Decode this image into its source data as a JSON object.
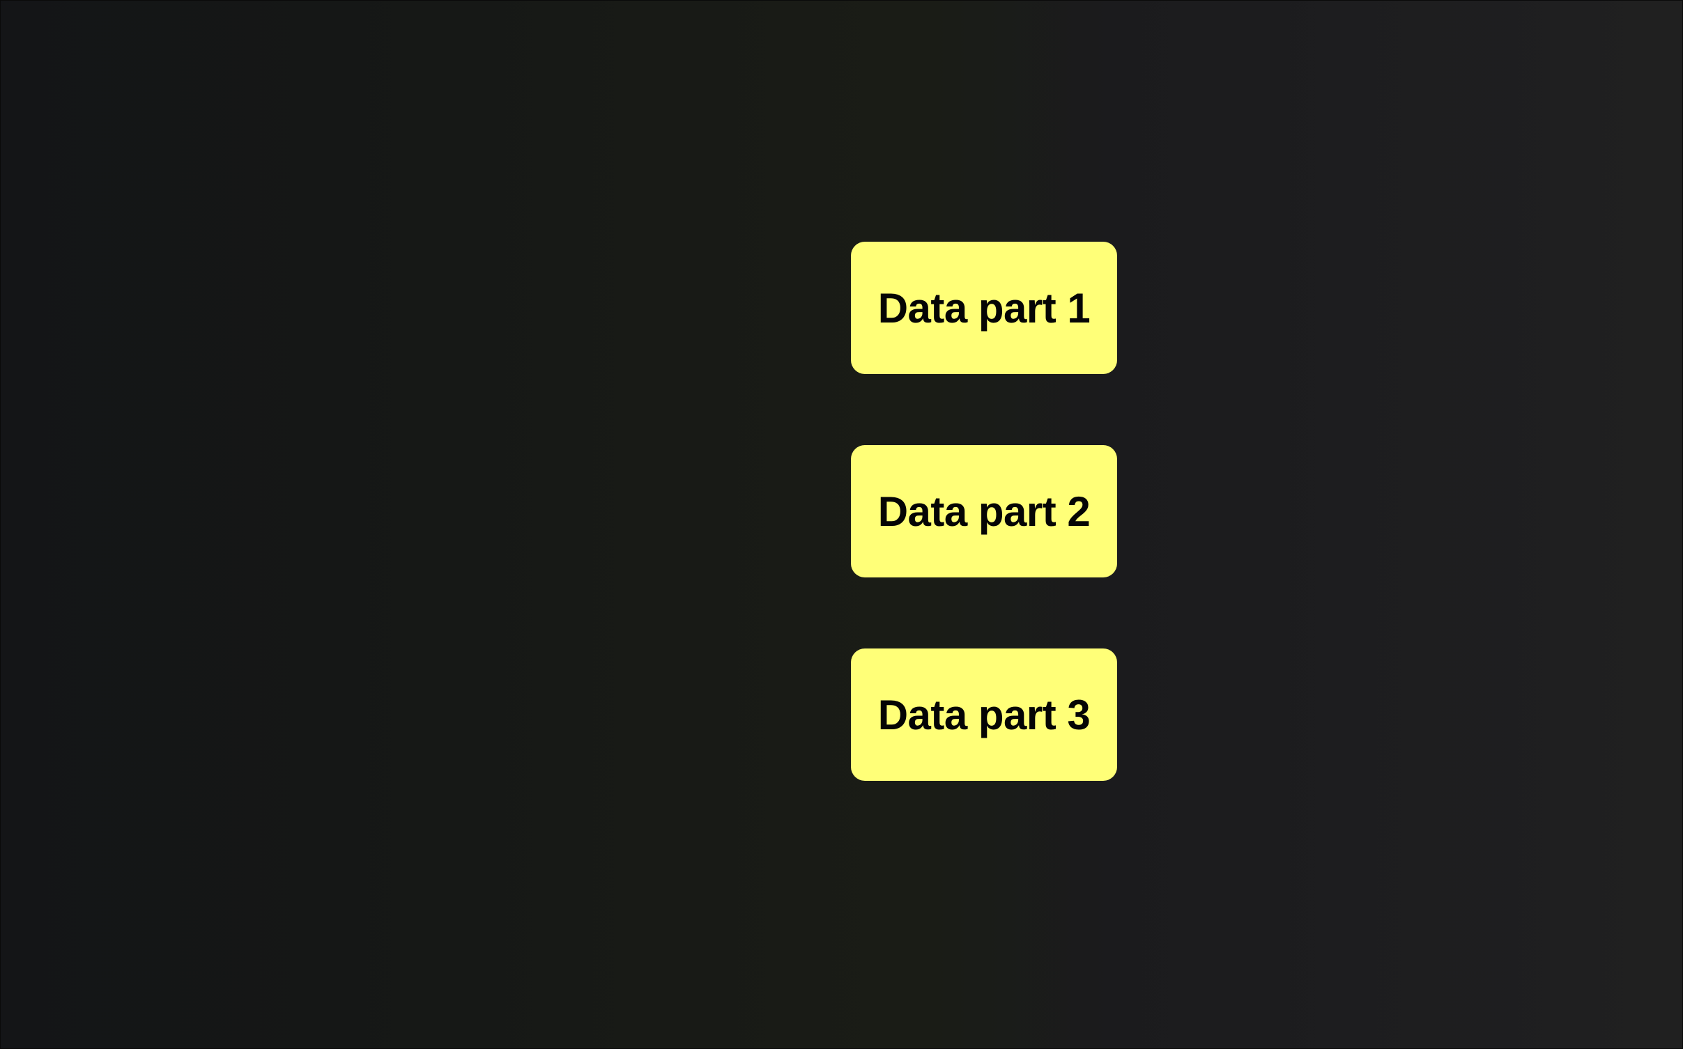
{
  "diagram": {
    "blocks": [
      {
        "label": "Data part 1"
      },
      {
        "label": "Data part 2"
      },
      {
        "label": "Data part 3"
      }
    ],
    "colors": {
      "block_fill": "#ffff78",
      "block_text": "#050505",
      "background": "#1a1b19"
    }
  }
}
